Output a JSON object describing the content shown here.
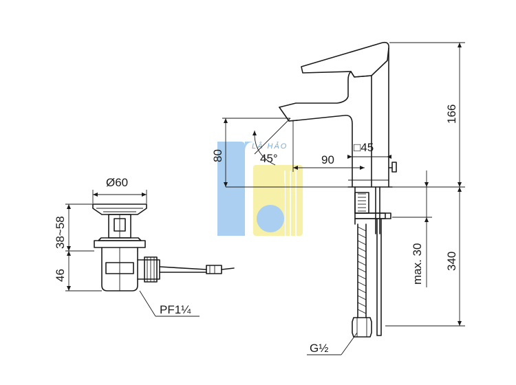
{
  "dimensions": {
    "drain_diameter": "Ø60",
    "drain_range": "38~58",
    "drain_height": "46",
    "drain_thread": "PF1¼",
    "spout_angle_height": "80",
    "lever_angle": "45°",
    "spout_reach": "90",
    "base_size": "□45",
    "overall_height": "166",
    "below_deck_length": "340",
    "max_deck_thickness": "max. 30",
    "supply_thread": "G½"
  },
  "watermark": {
    "text": "LÂ HẢO",
    "colors": {
      "blue": "#9cc7ee",
      "yellow": "#f6ee9a"
    }
  }
}
